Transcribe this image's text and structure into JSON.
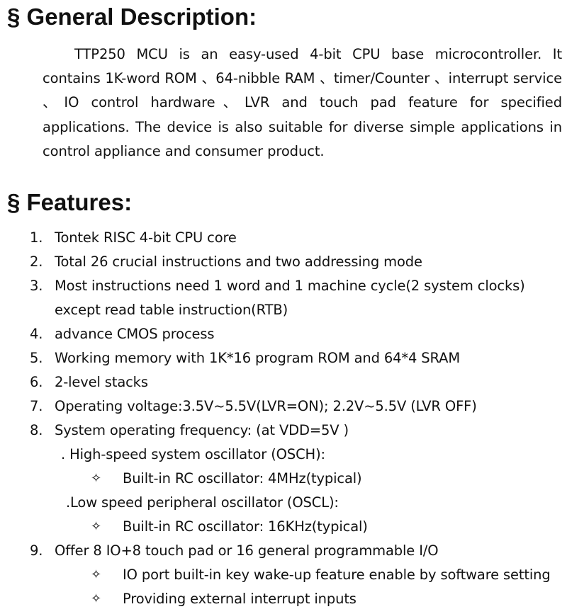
{
  "general_heading": "§ General Description:",
  "general_description": "TTP250 MCU is an easy-used 4-bit CPU base microcontroller. It contains 1K-word ROM 、64-nibble RAM 、timer/Counter 、interrupt service 、IO control hardware、LVR and touch pad feature for specified applications. The device is also suitable for diverse simple applications in control appliance and consumer product.",
  "features_heading": "§ Features:",
  "bullet_glyph": "✧",
  "features": [
    {
      "num": "1.",
      "text": "Tontek RISC 4-bit CPU core"
    },
    {
      "num": "2.",
      "text": "Total 26 crucial instructions and two addressing mode"
    },
    {
      "num": "3.",
      "text": "Most instructions need 1 word and 1 machine cycle(2 system clocks)",
      "continuation": "except read table instruction(RTB)"
    },
    {
      "num": "4.",
      "text": "advance CMOS process"
    },
    {
      "num": "5.",
      "text": "Working memory with 1K*16 program ROM and 64*4 SRAM"
    },
    {
      "num": "6.",
      "text": "2-level stacks"
    },
    {
      "num": "7.",
      "text": "Operating voltage:3.5V~5.5V(LVR=ON); 2.2V~5.5V (LVR OFF)"
    },
    {
      "num": "8.",
      "text": "System operating frequency: (at VDD=5V )",
      "subgroups": [
        {
          "label": ". High-speed system oscillator (OSCH):",
          "bullets": [
            "Built-in RC oscillator: 4MHz(typical)"
          ]
        },
        {
          "label": ".Low speed peripheral oscillator (OSCL):",
          "bullets": [
            "Built-in RC oscillator: 16KHz(typical)"
          ]
        }
      ]
    },
    {
      "num": "9.",
      "text": "Offer 8 IO+8 touch pad or 16 general programmable I/O",
      "bullets": [
        "IO port built-in key wake-up feature enable by software setting",
        "Providing external interrupt inputs"
      ]
    }
  ]
}
